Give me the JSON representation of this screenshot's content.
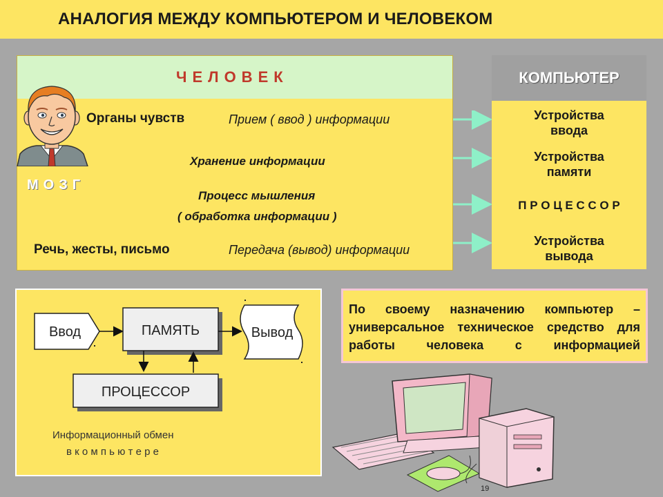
{
  "title": "АНАЛОГИЯ  МЕЖДУ  КОМПЬЮТЕРОМ  И  ЧЕЛОВЕКОМ",
  "human": {
    "header": "ЧЕЛОВЕК",
    "brain": "МОЗГ",
    "senses": "Органы  чувств",
    "input_info": "Прием  ( ввод )  информации",
    "storage": "Хранение  информации",
    "thinking_1": "Процесс  мышления",
    "thinking_2": "( обработка  информации )",
    "speech": "Речь, жесты, письмо",
    "output_info": "Передача (вывод) информации"
  },
  "computer": {
    "header": "КОМПЬЮТЕР",
    "input_1": "Устройства",
    "input_2": "ввода",
    "memory_1": "Устройства",
    "memory_2": "памяти",
    "processor": "П Р О Ц Е С С О Р",
    "output_1": "Устройства",
    "output_2": "вывода"
  },
  "flow": {
    "input": "Ввод",
    "memory": "ПАМЯТЬ",
    "output": "Вывод",
    "processor": "ПРОЦЕССОР",
    "caption_1": "Информационный  обмен",
    "caption_2": "в    к о м п ь ю т е р е"
  },
  "definition": "По  своему  назначению  компьютер – универсальное  техническое  средство для  работы  человека  с  информацией",
  "page_number": "19",
  "colors": {
    "panel": "#fde562",
    "header_green": "#d6f5c8",
    "accent_red": "#c0392b",
    "arrow": "#8ef0c8",
    "background": "#a6a6a6"
  }
}
